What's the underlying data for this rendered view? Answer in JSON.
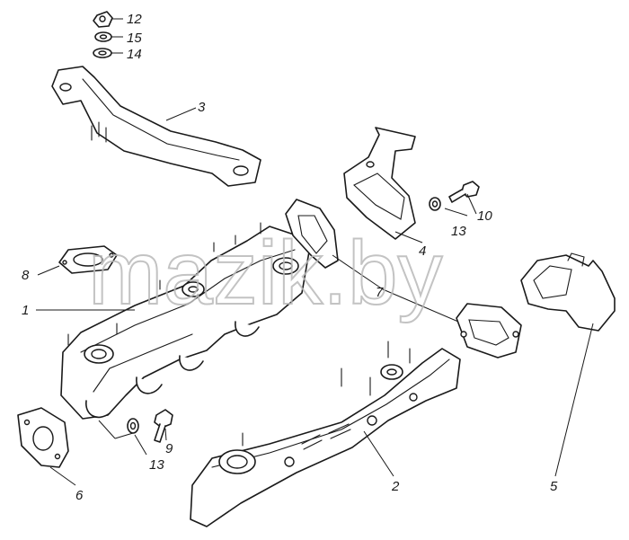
{
  "callouts": {
    "c1": "1",
    "c2": "2",
    "c3": "3",
    "c4": "4",
    "c5": "5",
    "c6": "6",
    "c7": "7",
    "c8": "8",
    "c9": "9",
    "c10": "10",
    "c12": "12",
    "c13a": "13",
    "c13b": "13",
    "c14": "14",
    "c15": "15"
  },
  "watermark": "mazik.by",
  "colors": {
    "line": "#1a1a1a",
    "background": "#ffffff",
    "watermark": "#b9b9b9"
  }
}
